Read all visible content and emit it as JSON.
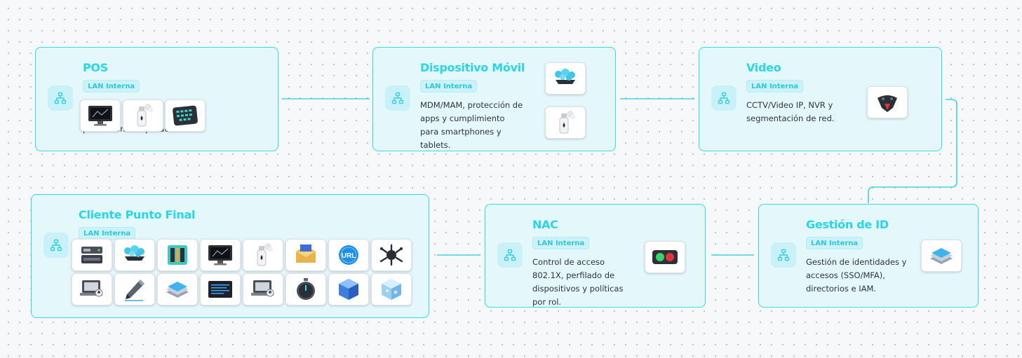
{
  "nodes": {
    "pos": {
      "title": "POS",
      "badge": "LAN Interna",
      "desc": "protección de aplicaciones.",
      "tile_icons": [
        "pos-monitor-icon",
        "spray-bottle-icon",
        "tablet-grid-icon"
      ]
    },
    "mobile": {
      "title": "Dispositivo Móvil",
      "badge": "LAN Interna",
      "desc": "MDM/MAM, protección de apps y cumplimiento para smartphones y tablets.",
      "tile_icons": [
        "network-hub-icon",
        "spray-bottle-icon"
      ]
    },
    "video": {
      "title": "Video",
      "badge": "LAN Interna",
      "desc": "CCTV/Video IP, NVR y segmentación de red.",
      "tile_icons": [
        "security-camera-icon"
      ]
    },
    "endpoint": {
      "title": "Cliente Punto Final",
      "badge": "LAN Interna",
      "tile_icons": [
        "server-rack-icon",
        "network-hub-icon",
        "chip-board-icon",
        "monitor-icon",
        "spray-bottle-icon",
        "mail-box-icon",
        "url-filter-icon",
        "splat-threat-icon",
        "laptop-user-icon",
        "pen-icon",
        "stack-layers-icon",
        "console-screen-icon",
        "laptop-user-icon",
        "stopwatch-icon",
        "blue-cube-icon",
        "ice-cube-icon"
      ],
      "url_label": "URL"
    },
    "nac": {
      "title": "NAC",
      "badge": "LAN Interna",
      "desc": "Control de acceso 802.1X, perfilado de dispositivos y políticas por rol.",
      "tile_icons": [
        "status-lights-icon"
      ]
    },
    "id": {
      "title": "Gestión de ID",
      "badge": "LAN Interna",
      "desc": "Gestión de identidades y accesos (SSO/MFA), directorios e IAM.",
      "tile_icons": [
        "stack-layers-icon"
      ]
    }
  },
  "colors": {
    "accent": "#27d7e8",
    "border": "#38dbe9",
    "node_bg": "#e4f7fa",
    "wire": "#3fd4e6"
  }
}
